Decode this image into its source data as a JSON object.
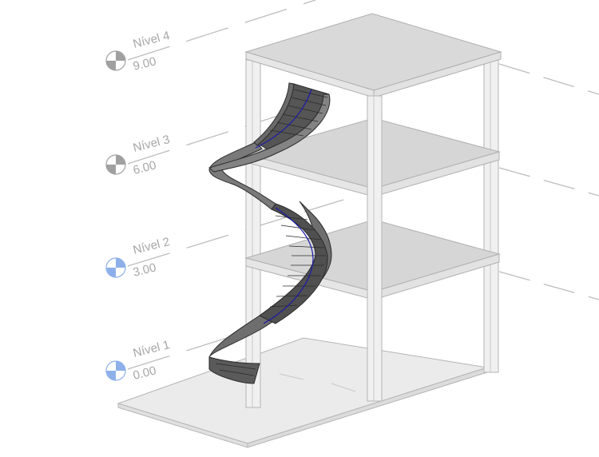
{
  "view": {
    "type": "3D view",
    "background": "#ffffff"
  },
  "levels": [
    {
      "name": "Nível 4",
      "elevation": "9.00",
      "marker_color": "#a0a0a0",
      "selected": false
    },
    {
      "name": "Nível 3",
      "elevation": "6.00",
      "marker_color": "#a0a0a0",
      "selected": false
    },
    {
      "name": "Nível 2",
      "elevation": "3.00",
      "marker_color": "#8db0ea",
      "selected": true
    },
    {
      "name": "Nível 1",
      "elevation": "0.00",
      "marker_color": "#8db0ea",
      "selected": true
    }
  ],
  "model": {
    "elements": [
      "floor-slab",
      "columns",
      "spiral-stair"
    ],
    "stair_path_color": "#1a1aa8",
    "stair_color": "#808080",
    "slab_color": "#d9d9d9",
    "column_color": "#eeeeee"
  },
  "icons": {
    "level_marker": "level-head-icon"
  }
}
